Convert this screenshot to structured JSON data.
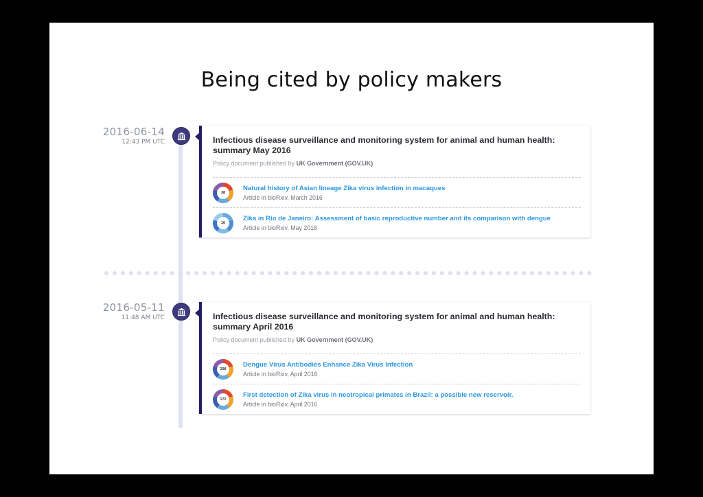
{
  "slide": {
    "title": "Being cited by policy makers"
  },
  "entries": [
    {
      "date": "2016-06-14",
      "time": "12:43 PM UTC",
      "node_icon": "government-building-icon",
      "title": "Infectious disease surveillance and monitoring system for animal and human health: summary May 2016",
      "meta_prefix": "Policy document published by",
      "meta_source": "UK Government (GOV.UK)",
      "citations": [
        {
          "score": "38",
          "title": "Natural history of Asian lineage Zika virus infection in macaques",
          "sub": "Article in bioRxiv, March 2016",
          "colors": [
            "#e0492f",
            "#f2a22c",
            "#6aa9dd",
            "#3b5fae",
            "#8b5ca8"
          ]
        },
        {
          "score": "10",
          "title": "Zika in Rio de Janeiro: Assessment of basic reproductive number and its comparison with dengue",
          "sub": "Article in bioRxiv, May 2016",
          "colors": [
            "#6aa9dd",
            "#4f8fd0",
            "#7fbce6",
            "#3b77c2",
            "#9cc9ec"
          ]
        }
      ]
    },
    {
      "date": "2016-05-11",
      "time": "11:48 AM UTC",
      "node_icon": "government-building-icon",
      "title": "Infectious disease surveillance and monitoring system for animal and human health: summary April 2016",
      "meta_prefix": "Policy document published by",
      "meta_source": "UK Government (GOV.UK)",
      "citations": [
        {
          "score": "298",
          "title": "Dengue Virus Antibodies Enhance Zika Virus Infection",
          "sub": "Article in bioRxiv, April 2016",
          "colors": [
            "#e0492f",
            "#f2a22c",
            "#6aa9dd",
            "#3b5fae",
            "#8b5ca8"
          ]
        },
        {
          "score": "172",
          "title": "First detection of Zika virus in neotropical primates in Brazil: a possible new reservoir.",
          "sub": "Article in bioRxiv, April 2016",
          "colors": [
            "#e0492f",
            "#f2a22c",
            "#6aa9dd",
            "#3b5fae",
            "#8b5ca8"
          ]
        }
      ]
    }
  ]
}
